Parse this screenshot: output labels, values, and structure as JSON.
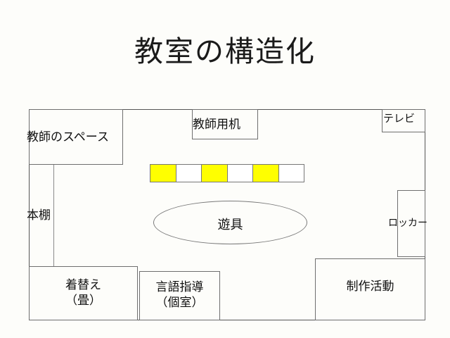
{
  "slide": {
    "title": "教室の構造化",
    "background_color": "#fdfdfa",
    "line_color": "#6e6e6e",
    "text_color": "#111111"
  },
  "diagram": {
    "name": "classroom-floor-plan",
    "outer_room": {
      "label": ""
    },
    "zones": [
      {
        "key": "teacher_space",
        "label": "教師のスペース"
      },
      {
        "key": "teacher_desk",
        "label": "教師用机"
      },
      {
        "key": "television",
        "label": "テレビ"
      },
      {
        "key": "bookshelf",
        "label": "本棚"
      },
      {
        "key": "locker",
        "label": "ロッカー"
      },
      {
        "key": "playground_equipment",
        "label": "遊具"
      },
      {
        "key": "changing_area",
        "label_line1": "着替え",
        "label_line2": "（畳）"
      },
      {
        "key": "language_instruction",
        "label_line1": "言語指導",
        "label_line2": "（個室）"
      },
      {
        "key": "craft_activity",
        "label": "制作活動"
      }
    ],
    "seating_strip": {
      "name": "desk-row",
      "cell_count": 6,
      "fills": [
        "#ffff00",
        "#ffffff",
        "#ffff00",
        "#ffffff",
        "#ffff00",
        "#ffffff"
      ],
      "highlight_color": "#ffff00",
      "empty_color": "#ffffff",
      "border_color": "#777777"
    }
  }
}
